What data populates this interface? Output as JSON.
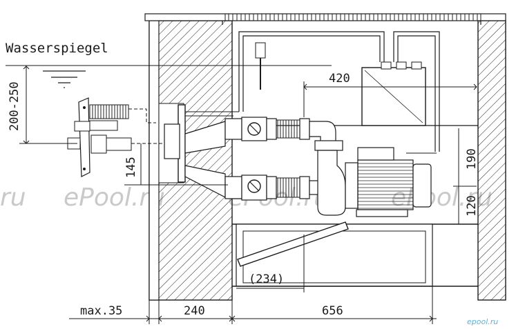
{
  "labels": {
    "water_level": "Wasserspiegel",
    "dim_depth": "200-250",
    "dim_420": "420",
    "dim_190": "190",
    "dim_145": "145",
    "dim_120": "120",
    "dim_234": "(234)",
    "dim_max35": "max.35",
    "dim_240": "240",
    "dim_656": "656"
  },
  "watermarks": {
    "left": "ePool.ru",
    "center": "ePool.ru",
    "right": "ePool.ru",
    "edge": "ru",
    "brand": "epool.ru"
  }
}
